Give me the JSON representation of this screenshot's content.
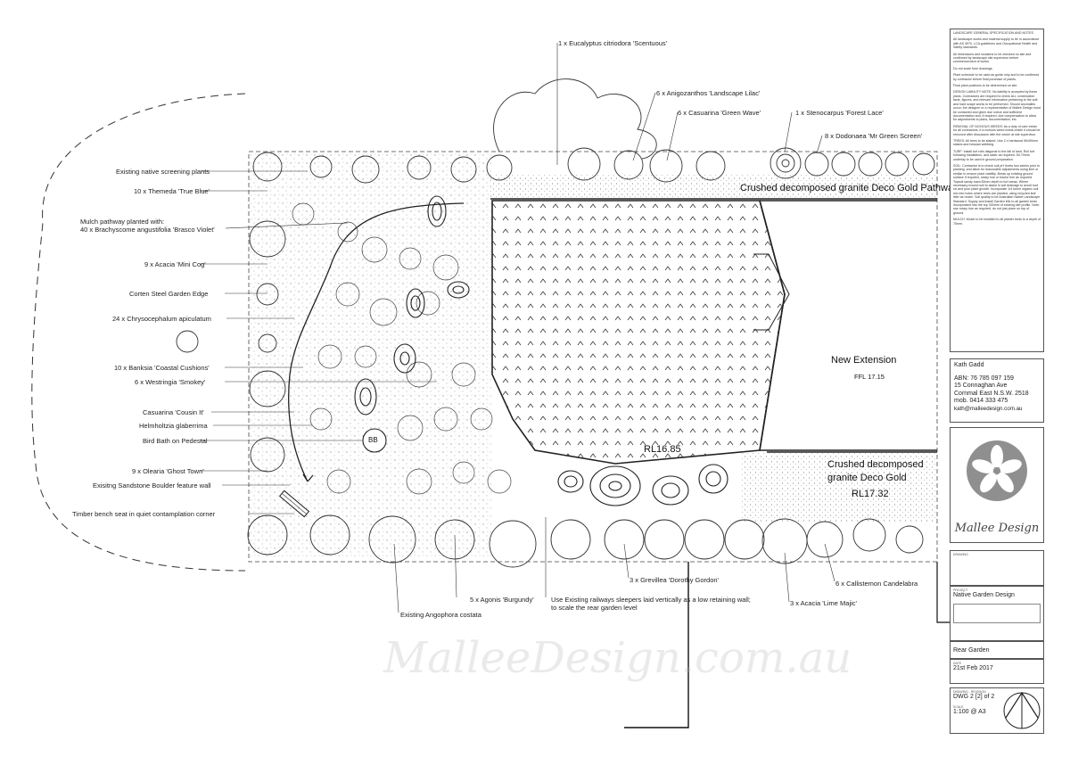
{
  "plan": {
    "pathway_top": "Crushed decomposed granite Deco Gold Pathway",
    "pathway_bottom_line1": "Crushed decomposed",
    "pathway_bottom_line2": "granite Deco Gold",
    "rl_bottom": "RL17.32",
    "extension_title": "New Extension",
    "extension_ffl": "FFL 17.15",
    "lawn_rl": "RL16.85",
    "bird_bath": "BB",
    "watermark": "MalleeDesign.com.au"
  },
  "left_labels": [
    "Existing native screening plants",
    "10 x Themeda 'True Blue'",
    "Mulch pathway planted with:",
    "40 x Brachyscome angustifolia 'Brasco Violet'",
    "9 x Acacia 'Mini Cog'",
    "Corten Steel Garden Edge",
    "24 x Chrysocephalum apiculatum",
    "10 x Banksia 'Coastal Cushions'",
    "6 x Westringia 'Smokey'",
    "Casuarina 'Cousin It'",
    "Helmholtzia glaberrima",
    "Bird Bath on Pedestal",
    "9 x Olearia 'Ghost Town'",
    "Exisitng Sandstone Boulder feature wall",
    "Timber bench seat in quiet contamplation corner"
  ],
  "top_labels": [
    "1 x Eucalyptus citriodora 'Scentuous'",
    "6 x Anigozanthos 'Landscape Lilac'",
    "6 x Casuarina 'Green Wave'",
    "1 x Stenocarpus 'Forest Lace'",
    "8 x Dodonaea 'Mr Green Screen'"
  ],
  "bottom_labels": [
    "5 x Agonis 'Burgundy'",
    "Use Existing railways sleepers laid vertically as a low retaining wall;",
    "to scale the rear garden level",
    "Existing Angophora costata",
    "3 x Grevillea 'Dorothy Gordon'",
    "6 x Callistemon Candelabra",
    "3 x Acacia 'Lime Majic'"
  ],
  "notes": {
    "heading": "LANDSCAPE GENERAL SPECIFICATION AND NOTES",
    "paragraphs": [
      "All landscape works and material supply to be in accordance with AS 4970, LCA guidelines and Occupational Health and Safety standards.",
      "All dimensions and locations to be checked on site and confirmed by landscape site supervisor before commencement of works.",
      "Do not scale from drawings.",
      "Plant schedule to be used as guide only and to be confirmed by contractor before final purchase of plants.",
      "Final plant positions to be determined on site.",
      "DESIGN LIABILITY NOTE: No liability is accepted by these plans. Contractors are required to check ALL construction facts, figures, and relevant information pertaining to the soft and hard scape works to be performed. Should anomalies occur, the designer or a representative of Mallee Design must be contacted and given due notice and sufficient documentation and, if required, due compensation to allow for adjustments to plans, documentation, etc.",
      "REMOVAL OF NOXIOUS WEEDS: As a duty of care exists for all contractors, if a noxious weed exists onsite it should be removed after discussion with the owner at site supervisor.",
      "TREES: All trees to be staked. Use 2 x hardwood 50x50mm stakes and hessian webbing.",
      "TURF: Install turf rolls diagonal to the fall of land. Roll turf following installation, and water as required. 50-70mm underlay to be used in ground preparation.",
      "SOIL: Contractor is to check soil pH levels two weeks prior to planting, and allow for reasonable adjustments using lime or similar to ensure plant viability. Break up existing ground surface if required, rotary hoe or tractor tine as required. Topsoil sandy loam 50mm depth to turf areas. Where necessary mound soil to assist in soil drainage to avoid root rot and poor plant growth. Incorporate 1/4 tonne organic soil mix into holes where trees are planted, using recycled leaf litter as mulch. Soil quality to be Australian Native Landscape Standard. Supply and install Garden Mix to all garden beds incorporated into the top 300mm of existing site profile. Note: use rotary hoe as required, do not just place on top of ground.",
      "MULCH: Mulch to be installed to all planter beds to a depth of 75mm."
    ]
  },
  "contact": {
    "name": "Kath Gadd",
    "abn": "ABN: 76 785 097 159",
    "address1": "15 Connaghan Ave",
    "address2": "Cornmal East N.S.W. 2518",
    "mobile": "mob. 0414 333 475",
    "email": "kath@malleedesign.com.au"
  },
  "logo": {
    "brand": "Mallee Design"
  },
  "title_block": {
    "drawing_caption": "DRAWING",
    "project_caption": "PROJECT",
    "project": "Native Garden Design",
    "area": "Rear Garden",
    "date_caption": "DATE",
    "date": "21st Feb 2017",
    "dwg_caption": "DRAWING - REVISION",
    "dwg": "DWG 2 [2] of 2",
    "scale_caption": "SCALE",
    "scale": "1:100 @ A3"
  },
  "colors": {
    "line": "#222222",
    "watermark": "#b4b4b4",
    "frame": "#555555"
  },
  "icons": [
    "north-arrow-icon",
    "mallee-flower-logo-icon"
  ]
}
